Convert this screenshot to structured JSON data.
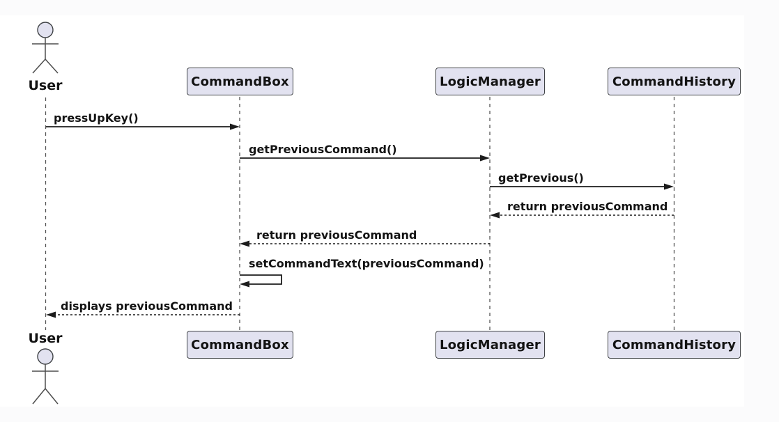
{
  "diagram": {
    "kind": "uml-sequence-diagram",
    "actors": [
      {
        "name": "User"
      }
    ],
    "participants": [
      {
        "name": "CommandBox"
      },
      {
        "name": "LogicManager"
      },
      {
        "name": "CommandHistory"
      }
    ],
    "messages": [
      {
        "from": "User",
        "to": "CommandBox",
        "label": "pressUpKey()",
        "line": "solid"
      },
      {
        "from": "CommandBox",
        "to": "LogicManager",
        "label": "getPreviousCommand()",
        "line": "solid"
      },
      {
        "from": "LogicManager",
        "to": "CommandHistory",
        "label": "getPrevious()",
        "line": "solid"
      },
      {
        "from": "CommandHistory",
        "to": "LogicManager",
        "label": "return previousCommand",
        "line": "dashed"
      },
      {
        "from": "LogicManager",
        "to": "CommandBox",
        "label": "return previousCommand",
        "line": "dashed"
      },
      {
        "from": "CommandBox",
        "to": "CommandBox",
        "label": "setCommandText(previousCommand)",
        "line": "self"
      },
      {
        "from": "CommandBox",
        "to": "User",
        "label": "displays previousCommand",
        "line": "dashed"
      }
    ],
    "colors": {
      "participant_fill": "#e2e2f0",
      "participant_border": "#3f4245",
      "line": "#1c1c1c",
      "lifeline": "#565656",
      "actor_stroke": "#4d4d4d",
      "text": "#131313",
      "background": "#ffffff"
    }
  }
}
